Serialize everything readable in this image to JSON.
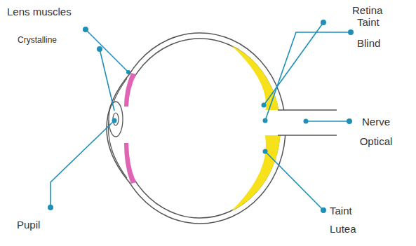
{
  "diagram": {
    "labels": [
      "Lens muscles",
      "Crystalline",
      "Pupil",
      "Retina",
      "Taint Blind",
      "Nerve Optical",
      "Taint Lutea"
    ]
  }
}
